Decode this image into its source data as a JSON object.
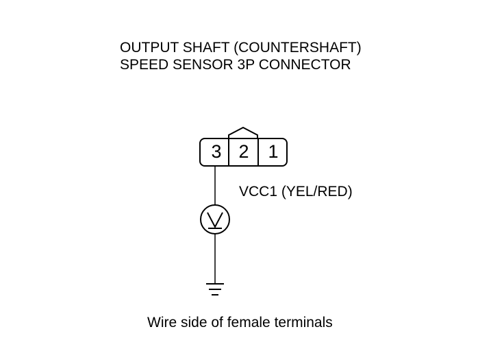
{
  "title": {
    "line1": "OUTPUT SHAFT (COUNTERSHAFT)",
    "line2": "SPEED SENSOR 3P CONNECTOR"
  },
  "connector": {
    "pins": [
      "3",
      "2",
      "1"
    ]
  },
  "wire_label": "VCC1 (YEL/RED)",
  "meter_symbol": "V",
  "caption": "Wire side of female terminals",
  "colors": {
    "line": "#000000",
    "background": "#ffffff"
  },
  "icons": [
    "voltmeter-icon",
    "ground-icon"
  ]
}
